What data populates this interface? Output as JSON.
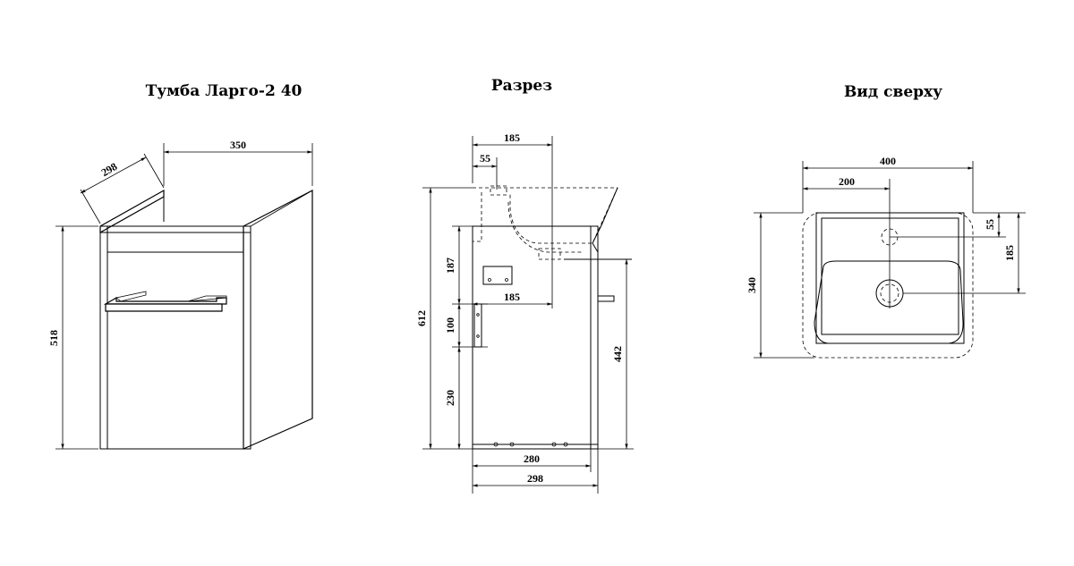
{
  "titles": {
    "front": "Тумба Ларго-2  40",
    "section": "Разрез",
    "top": "Вид сверху"
  },
  "front_view": {
    "width": "350",
    "depth": "298",
    "height": "518"
  },
  "section_view": {
    "top_185": "185",
    "offset_55": "55",
    "dim_187": "187",
    "mid_185": "185",
    "dim_612": "612",
    "dim_100": "100",
    "dim_230": "230",
    "dim_442": "442",
    "bottom_280": "280",
    "bottom_298": "298"
  },
  "top_view": {
    "width_400": "400",
    "half_200": "200",
    "depth_340": "340",
    "offset_55": "55",
    "offset_185": "185"
  }
}
